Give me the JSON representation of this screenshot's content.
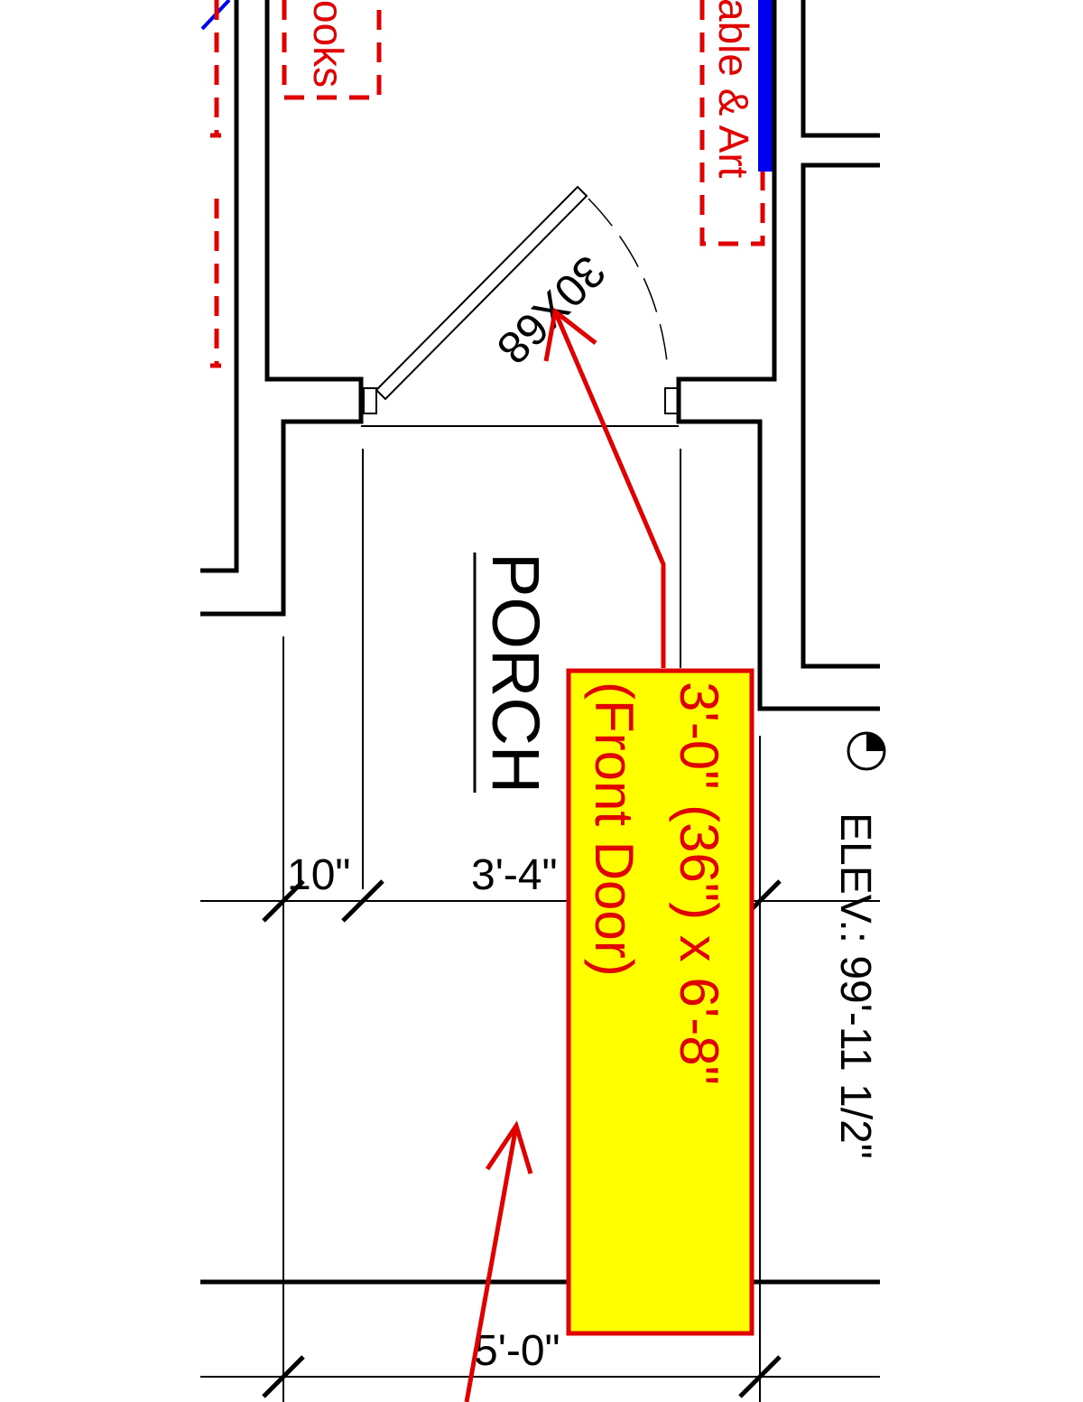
{
  "labels": {
    "books": "ooks",
    "table_art": "able & Art",
    "door_tag": "30X68",
    "room_name": "PORCH",
    "dim_10": "10\"",
    "dim_3_4": "3'-4\"",
    "dim_5_0": "5'-0\"",
    "elevation": "ELEV.: 99'-11 1/2\""
  },
  "callout": {
    "line1": "3'-0\" (36\") x 6'-8\"",
    "line2": "(Front Door)"
  },
  "colors": {
    "callout_fill": "#ffff00",
    "annotation": "#e00000",
    "highlight": "#0000ee"
  }
}
